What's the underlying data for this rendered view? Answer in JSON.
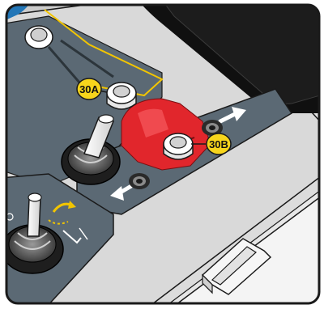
{
  "callouts": [
    {
      "id": "30A",
      "label": "30A"
    },
    {
      "id": "30B",
      "label": "30B"
    }
  ],
  "colors": {
    "outline": "#1a1a1a",
    "panel": "#e9e9e9",
    "console_panel": "#5b6974",
    "console_panel_dark": "#4b5862",
    "callout_fill": "#f7d51c",
    "highlight_red": "#e1262c",
    "yellow_line": "#f2c500",
    "blue_edge": "#2276b7",
    "black_pad": "#101010"
  },
  "icons": {
    "forward_arrow": "arrow-up-right-icon",
    "reverse_arrow": "arrow-down-left-icon",
    "tractor": "tractor-silhouette-icon",
    "rotation": "rotate-arrows-icon"
  }
}
